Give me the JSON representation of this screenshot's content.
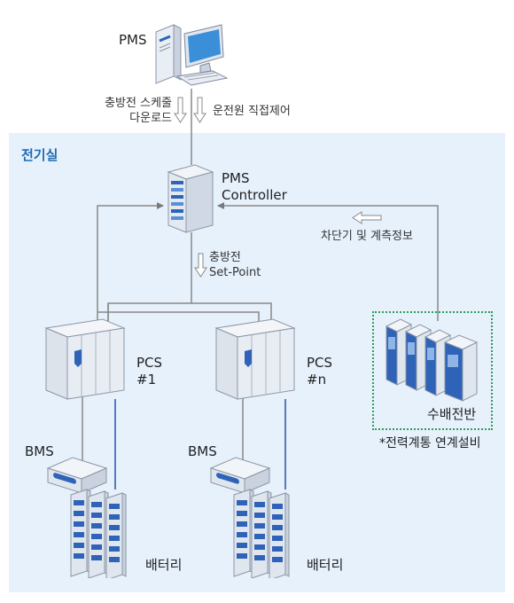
{
  "pms": {
    "label": "PMS"
  },
  "arrows": {
    "schedule_download": "충방전 스케줄\n다운로드",
    "operator_control": "운전원 직접제어",
    "setpoint": "충방전\nSet-Point",
    "breaker_info": "차단기 및 계측정보"
  },
  "room": {
    "label": "전기실"
  },
  "controller": {
    "label": "PMS\nController"
  },
  "pcs1": {
    "label": "PCS\n#1"
  },
  "pcsn": {
    "label": "PCS\n#n"
  },
  "bms1": {
    "label": "BMS"
  },
  "bmsn": {
    "label": "BMS"
  },
  "battery1": {
    "label": "배터리"
  },
  "batteryn": {
    "label": "배터리"
  },
  "switchgear": {
    "label": "수배전반"
  },
  "grid_note": {
    "label": "*전력계통 연계설비"
  },
  "colors": {
    "room_bg": "#e6f1fc",
    "room_title": "#1f6bb4",
    "line": "#888888",
    "blue_line": "#2b4fa8",
    "dotted_border": "#2e9e58",
    "device_blue": "#2e63b8"
  }
}
